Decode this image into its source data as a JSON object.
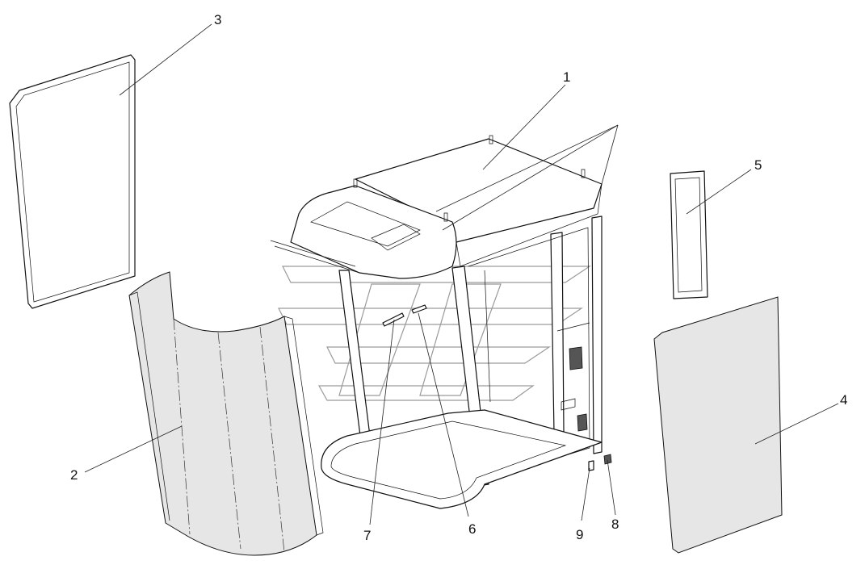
{
  "colors": {
    "line": "#111111",
    "background": "#ffffff",
    "panel_fill": "#e6e6e6",
    "watermark": "#9a9a9a"
  },
  "callouts": [
    {
      "id": "1",
      "label": "1"
    },
    {
      "id": "2",
      "label": "2"
    },
    {
      "id": "3",
      "label": "3"
    },
    {
      "id": "4",
      "label": "4"
    },
    {
      "id": "5",
      "label": "5"
    },
    {
      "id": "6",
      "label": "6"
    },
    {
      "id": "7",
      "label": "7"
    },
    {
      "id": "8",
      "label": "8"
    },
    {
      "id": "9",
      "label": "9"
    }
  ]
}
